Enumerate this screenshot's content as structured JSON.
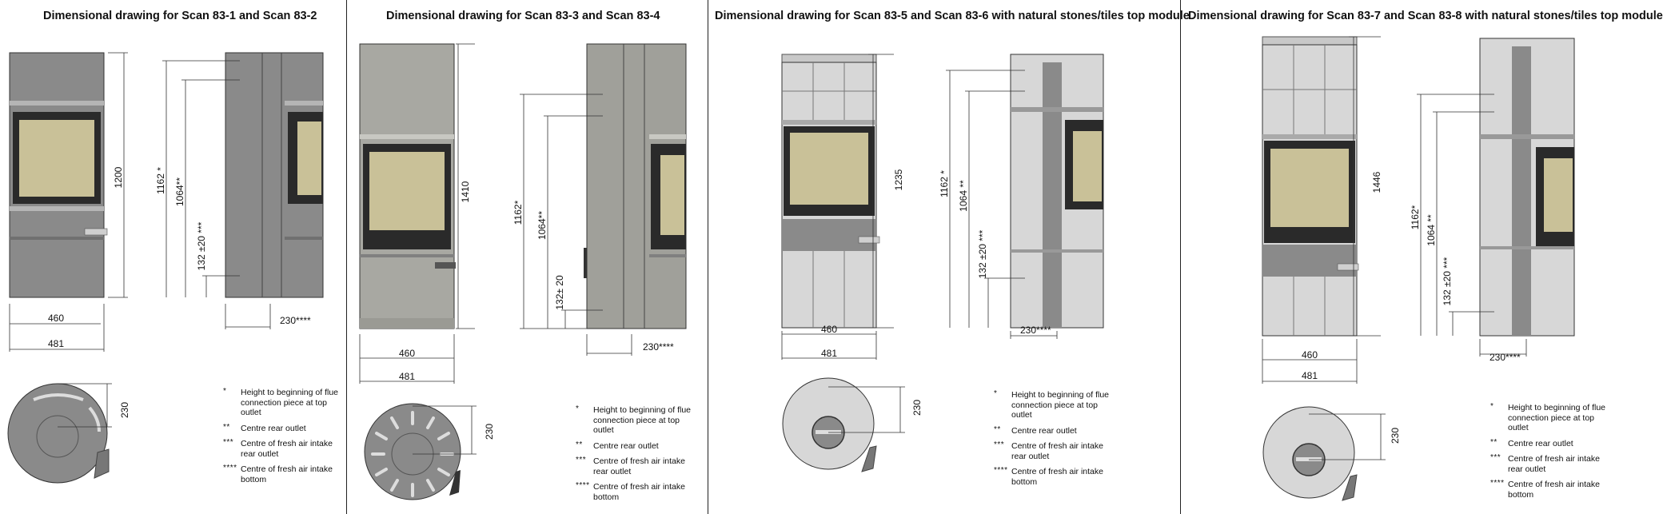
{
  "panels": [
    {
      "title": "Dimensional drawing for Scan 83-1 and Scan 83-2",
      "dims": {
        "height": "1200",
        "flue": "1162 *",
        "rear": "1064**",
        "fresh": "132 ±20 ***",
        "width_inner": "460",
        "width_outer": "481",
        "bottom": "230****",
        "top_depth": "230"
      },
      "legend": [
        {
          "mark": "*",
          "text": "Height to beginning of flue connection piece at top outlet"
        },
        {
          "mark": "**",
          "text": "Centre rear outlet"
        },
        {
          "mark": "***",
          "text": "Centre of fresh air intake rear outlet"
        },
        {
          "mark": "****",
          "text": "Centre of fresh air intake bottom"
        }
      ]
    },
    {
      "title": "Dimensional drawing for Scan 83-3 and Scan 83-4",
      "dims": {
        "height": "1410",
        "flue": "1162*",
        "rear": "1064**",
        "fresh": "132± 20",
        "width_inner": "460",
        "width_outer": "481",
        "bottom": "230****",
        "top_depth": "230"
      },
      "legend": [
        {
          "mark": "*",
          "text": "Height to beginning of flue connection piece at top outlet"
        },
        {
          "mark": "**",
          "text": "Centre rear outlet"
        },
        {
          "mark": "***",
          "text": "Centre of fresh air intake rear outlet"
        },
        {
          "mark": "****",
          "text": "Centre of fresh air intake bottom"
        }
      ]
    },
    {
      "title": "Dimensional drawing for Scan 83-5 and Scan 83-6 with natural stones/tiles top module",
      "dims": {
        "height": "1235",
        "flue": "1162 *",
        "rear": "1064 **",
        "fresh": "132 ±20 ***",
        "width_inner": "460",
        "width_outer": "481",
        "bottom": "230****",
        "top_depth": "230"
      },
      "legend": [
        {
          "mark": "*",
          "text": "Height to beginning of flue connection piece at top outlet"
        },
        {
          "mark": "**",
          "text": "Centre rear outlet"
        },
        {
          "mark": "***",
          "text": "Centre of fresh air intake rear outlet"
        },
        {
          "mark": "****",
          "text": "Centre of fresh air intake bottom"
        }
      ]
    },
    {
      "title": "Dimensional drawing for Scan 83-7 and Scan 83-8 with natural stones/tiles top module",
      "dims": {
        "height": "1446",
        "flue": "1162*",
        "rear": "1064 **",
        "fresh": "132 ±20 ***",
        "width_inner": "460",
        "width_outer": "481",
        "bottom": "230****",
        "top_depth": "230"
      },
      "legend": [
        {
          "mark": "*",
          "text": "Height to beginning of flue connection piece at top outlet"
        },
        {
          "mark": "**",
          "text": "Centre rear outlet"
        },
        {
          "mark": "***",
          "text": "Centre of fresh air intake rear outlet"
        },
        {
          "mark": "****",
          "text": "Centre of fresh air intake bottom"
        }
      ]
    }
  ]
}
